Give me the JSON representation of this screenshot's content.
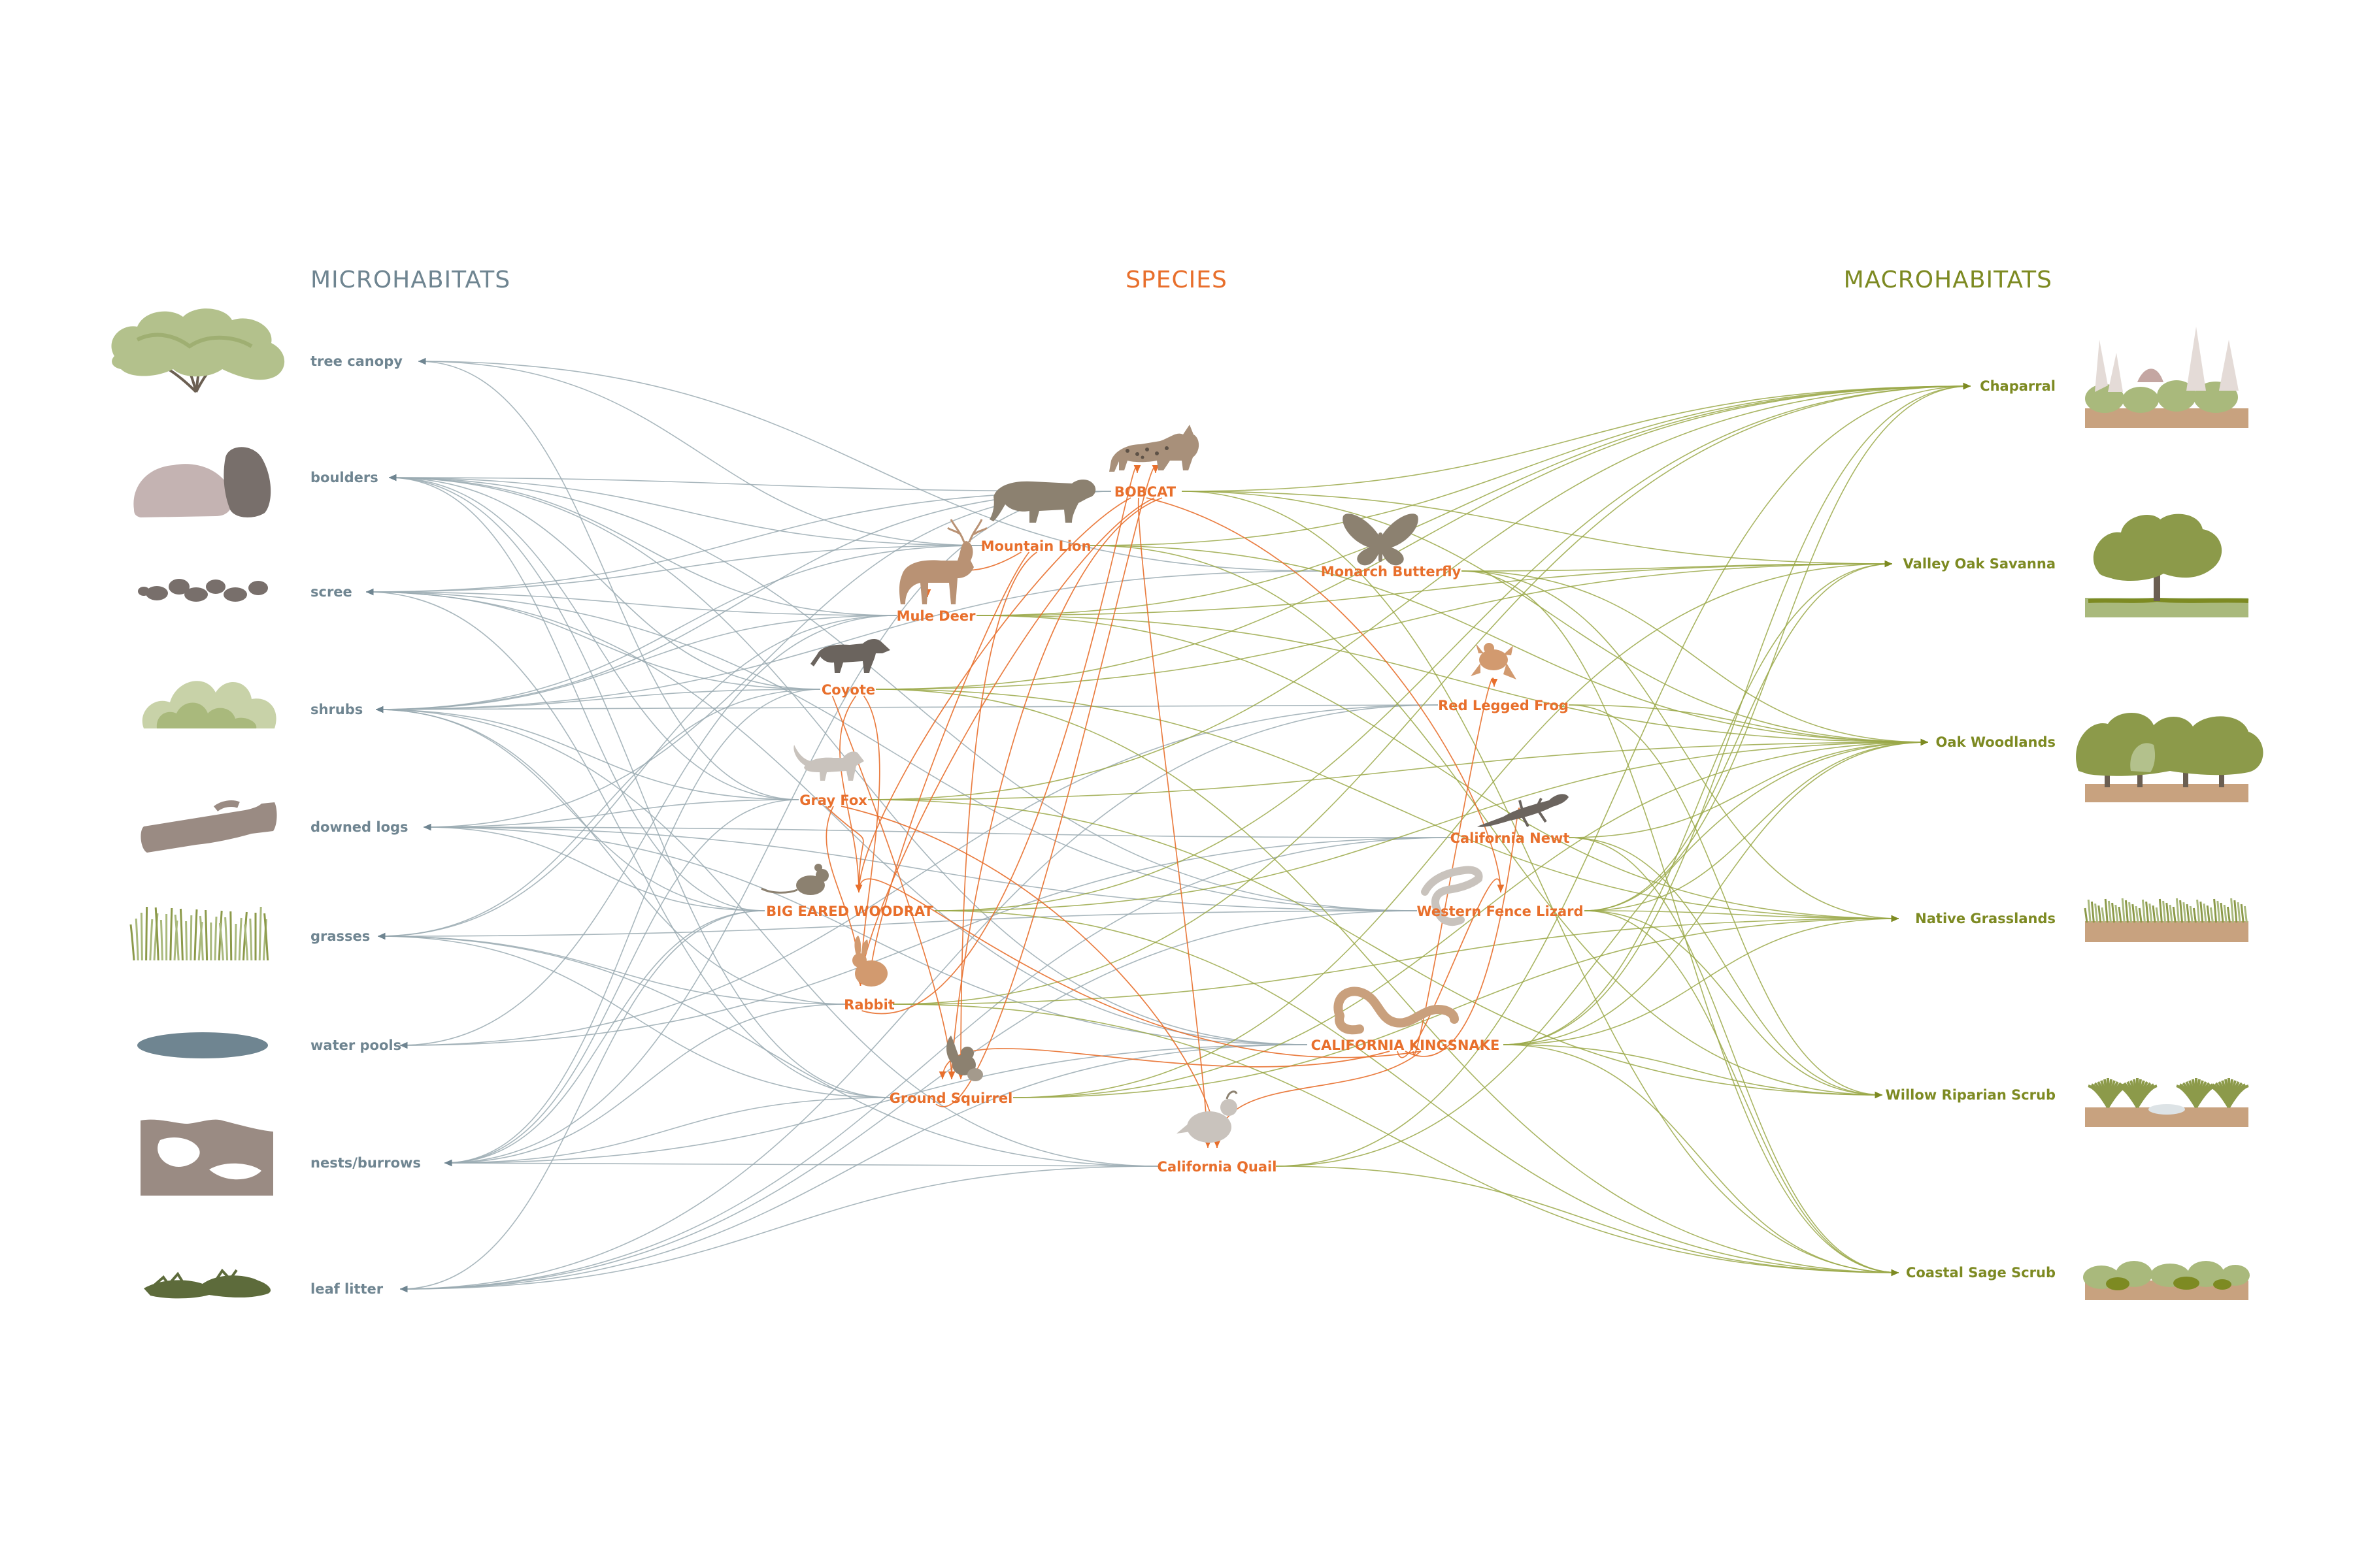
{
  "colors": {
    "micro": "#6f8591",
    "micro_line": "#9aaab2",
    "species": "#e86f2c",
    "macro": "#7d8a22",
    "macro_line": "#9aa848",
    "animal": "#8c8170"
  },
  "headings": {
    "micro": "MICROHABITATS",
    "species": "SPECIES",
    "macro": "MACROHABITATS"
  },
  "microhabitats": [
    {
      "id": "tree_canopy",
      "label": "tree canopy",
      "icon": "tree-canopy-icon"
    },
    {
      "id": "boulders",
      "label": "boulders",
      "icon": "boulders-icon"
    },
    {
      "id": "scree",
      "label": "scree",
      "icon": "scree-icon"
    },
    {
      "id": "shrubs",
      "label": "shrubs",
      "icon": "shrubs-icon"
    },
    {
      "id": "downed_logs",
      "label": "downed logs",
      "icon": "downed-log-icon"
    },
    {
      "id": "grasses",
      "label": "grasses",
      "icon": "grasses-icon"
    },
    {
      "id": "water_pools",
      "label": "water pools",
      "icon": "water-pool-icon"
    },
    {
      "id": "nests_burrows",
      "label": "nests/burrows",
      "icon": "burrow-icon"
    },
    {
      "id": "leaf_litter",
      "label": "leaf litter",
      "icon": "leaf-litter-icon"
    }
  ],
  "species": [
    {
      "id": "bobcat",
      "label": "BOBCAT",
      "icon": "bobcat-icon"
    },
    {
      "id": "mountain_lion",
      "label": "Mountain Lion",
      "icon": "mountain-lion-icon"
    },
    {
      "id": "mule_deer",
      "label": "Mule Deer",
      "icon": "deer-icon"
    },
    {
      "id": "monarch",
      "label": "Monarch Butterfly",
      "icon": "butterfly-icon"
    },
    {
      "id": "coyote",
      "label": "Coyote",
      "icon": "coyote-icon"
    },
    {
      "id": "frog",
      "label": "Red Legged Frog",
      "icon": "frog-icon"
    },
    {
      "id": "gray_fox",
      "label": "Gray Fox",
      "icon": "fox-icon"
    },
    {
      "id": "newt",
      "label": "California Newt",
      "icon": "newt-icon"
    },
    {
      "id": "woodrat",
      "label": "BIG EARED WOODRAT",
      "icon": "woodrat-icon"
    },
    {
      "id": "lizard",
      "label": "Western Fence Lizard",
      "icon": "lizard-icon"
    },
    {
      "id": "rabbit",
      "label": "Rabbit",
      "icon": "rabbit-icon"
    },
    {
      "id": "kingsnake",
      "label": "CALIFORNIA KINGSNAKE",
      "icon": "snake-icon"
    },
    {
      "id": "squirrel",
      "label": "Ground Squirrel",
      "icon": "squirrel-icon"
    },
    {
      "id": "quail",
      "label": "California Quail",
      "icon": "quail-icon"
    }
  ],
  "macrohabitats": [
    {
      "id": "chaparral",
      "label": "Chaparral",
      "icon": "chaparral-icon"
    },
    {
      "id": "valley_oak",
      "label": "Valley Oak Savanna",
      "icon": "oak-savanna-icon"
    },
    {
      "id": "oak_woodlands",
      "label": "Oak Woodlands",
      "icon": "oak-woodland-icon"
    },
    {
      "id": "grasslands",
      "label": "Native Grasslands",
      "icon": "grassland-icon"
    },
    {
      "id": "willow",
      "label": "Willow Riparian Scrub",
      "icon": "riparian-scrub-icon"
    },
    {
      "id": "sage",
      "label": "Coastal Sage Scrub",
      "icon": "sage-scrub-icon"
    }
  ],
  "links": {
    "micro": [
      [
        "bobcat",
        "boulders"
      ],
      [
        "bobcat",
        "scree"
      ],
      [
        "bobcat",
        "shrubs"
      ],
      [
        "bobcat",
        "downed_logs"
      ],
      [
        "bobcat",
        "nests_burrows"
      ],
      [
        "mountain_lion",
        "tree_canopy"
      ],
      [
        "mountain_lion",
        "boulders"
      ],
      [
        "mountain_lion",
        "scree"
      ],
      [
        "mountain_lion",
        "shrubs"
      ],
      [
        "mule_deer",
        "boulders"
      ],
      [
        "mule_deer",
        "scree"
      ],
      [
        "mule_deer",
        "shrubs"
      ],
      [
        "mule_deer",
        "grasses"
      ],
      [
        "mule_deer",
        "water_pools"
      ],
      [
        "monarch",
        "tree_canopy"
      ],
      [
        "monarch",
        "shrubs"
      ],
      [
        "coyote",
        "boulders"
      ],
      [
        "coyote",
        "scree"
      ],
      [
        "coyote",
        "shrubs"
      ],
      [
        "coyote",
        "grasses"
      ],
      [
        "coyote",
        "nests_burrows"
      ],
      [
        "frog",
        "shrubs"
      ],
      [
        "frog",
        "water_pools"
      ],
      [
        "frog",
        "leaf_litter"
      ],
      [
        "gray_fox",
        "tree_canopy"
      ],
      [
        "gray_fox",
        "boulders"
      ],
      [
        "gray_fox",
        "shrubs"
      ],
      [
        "gray_fox",
        "downed_logs"
      ],
      [
        "gray_fox",
        "nests_burrows"
      ],
      [
        "newt",
        "downed_logs"
      ],
      [
        "newt",
        "water_pools"
      ],
      [
        "newt",
        "leaf_litter"
      ],
      [
        "woodrat",
        "boulders"
      ],
      [
        "woodrat",
        "shrubs"
      ],
      [
        "woodrat",
        "downed_logs"
      ],
      [
        "woodrat",
        "nests_burrows"
      ],
      [
        "woodrat",
        "leaf_litter"
      ],
      [
        "lizard",
        "boulders"
      ],
      [
        "lizard",
        "scree"
      ],
      [
        "lizard",
        "downed_logs"
      ],
      [
        "lizard",
        "grasses"
      ],
      [
        "lizard",
        "leaf_litter"
      ],
      [
        "rabbit",
        "shrubs"
      ],
      [
        "rabbit",
        "grasses"
      ],
      [
        "rabbit",
        "nests_burrows"
      ],
      [
        "kingsnake",
        "boulders"
      ],
      [
        "kingsnake",
        "scree"
      ],
      [
        "kingsnake",
        "downed_logs"
      ],
      [
        "kingsnake",
        "nests_burrows"
      ],
      [
        "kingsnake",
        "leaf_litter"
      ],
      [
        "squirrel",
        "boulders"
      ],
      [
        "squirrel",
        "scree"
      ],
      [
        "squirrel",
        "grasses"
      ],
      [
        "squirrel",
        "nests_burrows"
      ],
      [
        "quail",
        "shrubs"
      ],
      [
        "quail",
        "grasses"
      ],
      [
        "quail",
        "nests_burrows"
      ],
      [
        "quail",
        "leaf_litter"
      ]
    ],
    "macro": [
      [
        "bobcat",
        "chaparral"
      ],
      [
        "bobcat",
        "valley_oak"
      ],
      [
        "bobcat",
        "oak_woodlands"
      ],
      [
        "bobcat",
        "sage"
      ],
      [
        "mountain_lion",
        "chaparral"
      ],
      [
        "mountain_lion",
        "oak_woodlands"
      ],
      [
        "mountain_lion",
        "willow"
      ],
      [
        "mule_deer",
        "chaparral"
      ],
      [
        "mule_deer",
        "valley_oak"
      ],
      [
        "mule_deer",
        "oak_woodlands"
      ],
      [
        "mule_deer",
        "grasslands"
      ],
      [
        "monarch",
        "valley_oak"
      ],
      [
        "monarch",
        "oak_woodlands"
      ],
      [
        "monarch",
        "grasslands"
      ],
      [
        "monarch",
        "sage"
      ],
      [
        "coyote",
        "chaparral"
      ],
      [
        "coyote",
        "valley_oak"
      ],
      [
        "coyote",
        "grasslands"
      ],
      [
        "coyote",
        "sage"
      ],
      [
        "frog",
        "oak_woodlands"
      ],
      [
        "frog",
        "willow"
      ],
      [
        "gray_fox",
        "chaparral"
      ],
      [
        "gray_fox",
        "oak_woodlands"
      ],
      [
        "gray_fox",
        "willow"
      ],
      [
        "newt",
        "oak_woodlands"
      ],
      [
        "newt",
        "willow"
      ],
      [
        "newt",
        "sage"
      ],
      [
        "woodrat",
        "chaparral"
      ],
      [
        "woodrat",
        "oak_woodlands"
      ],
      [
        "woodrat",
        "sage"
      ],
      [
        "lizard",
        "chaparral"
      ],
      [
        "lizard",
        "valley_oak"
      ],
      [
        "lizard",
        "oak_woodlands"
      ],
      [
        "lizard",
        "grasslands"
      ],
      [
        "lizard",
        "willow"
      ],
      [
        "lizard",
        "sage"
      ],
      [
        "rabbit",
        "chaparral"
      ],
      [
        "rabbit",
        "grasslands"
      ],
      [
        "rabbit",
        "sage"
      ],
      [
        "kingsnake",
        "chaparral"
      ],
      [
        "kingsnake",
        "valley_oak"
      ],
      [
        "kingsnake",
        "oak_woodlands"
      ],
      [
        "kingsnake",
        "grasslands"
      ],
      [
        "kingsnake",
        "willow"
      ],
      [
        "kingsnake",
        "sage"
      ],
      [
        "squirrel",
        "valley_oak"
      ],
      [
        "squirrel",
        "grasslands"
      ],
      [
        "squirrel",
        "oak_woodlands"
      ],
      [
        "quail",
        "chaparral"
      ],
      [
        "quail",
        "oak_woodlands"
      ],
      [
        "quail",
        "sage"
      ]
    ],
    "predation": [
      [
        "mountain_lion",
        "mule_deer"
      ],
      [
        "mountain_lion",
        "rabbit"
      ],
      [
        "mountain_lion",
        "squirrel"
      ],
      [
        "bobcat",
        "rabbit"
      ],
      [
        "bobcat",
        "squirrel"
      ],
      [
        "bobcat",
        "woodrat"
      ],
      [
        "bobcat",
        "quail"
      ],
      [
        "bobcat",
        "lizard"
      ],
      [
        "coyote",
        "woodrat"
      ],
      [
        "coyote",
        "rabbit"
      ],
      [
        "coyote",
        "squirrel"
      ],
      [
        "gray_fox",
        "woodrat"
      ],
      [
        "gray_fox",
        "rabbit"
      ],
      [
        "gray_fox",
        "quail"
      ],
      [
        "kingsnake",
        "woodrat"
      ],
      [
        "kingsnake",
        "squirrel"
      ],
      [
        "kingsnake",
        "lizard"
      ],
      [
        "kingsnake",
        "newt"
      ],
      [
        "kingsnake",
        "frog"
      ],
      [
        "kingsnake",
        "quail"
      ],
      [
        "squirrel",
        "bobcat"
      ],
      [
        "rabbit",
        "bobcat"
      ]
    ]
  }
}
